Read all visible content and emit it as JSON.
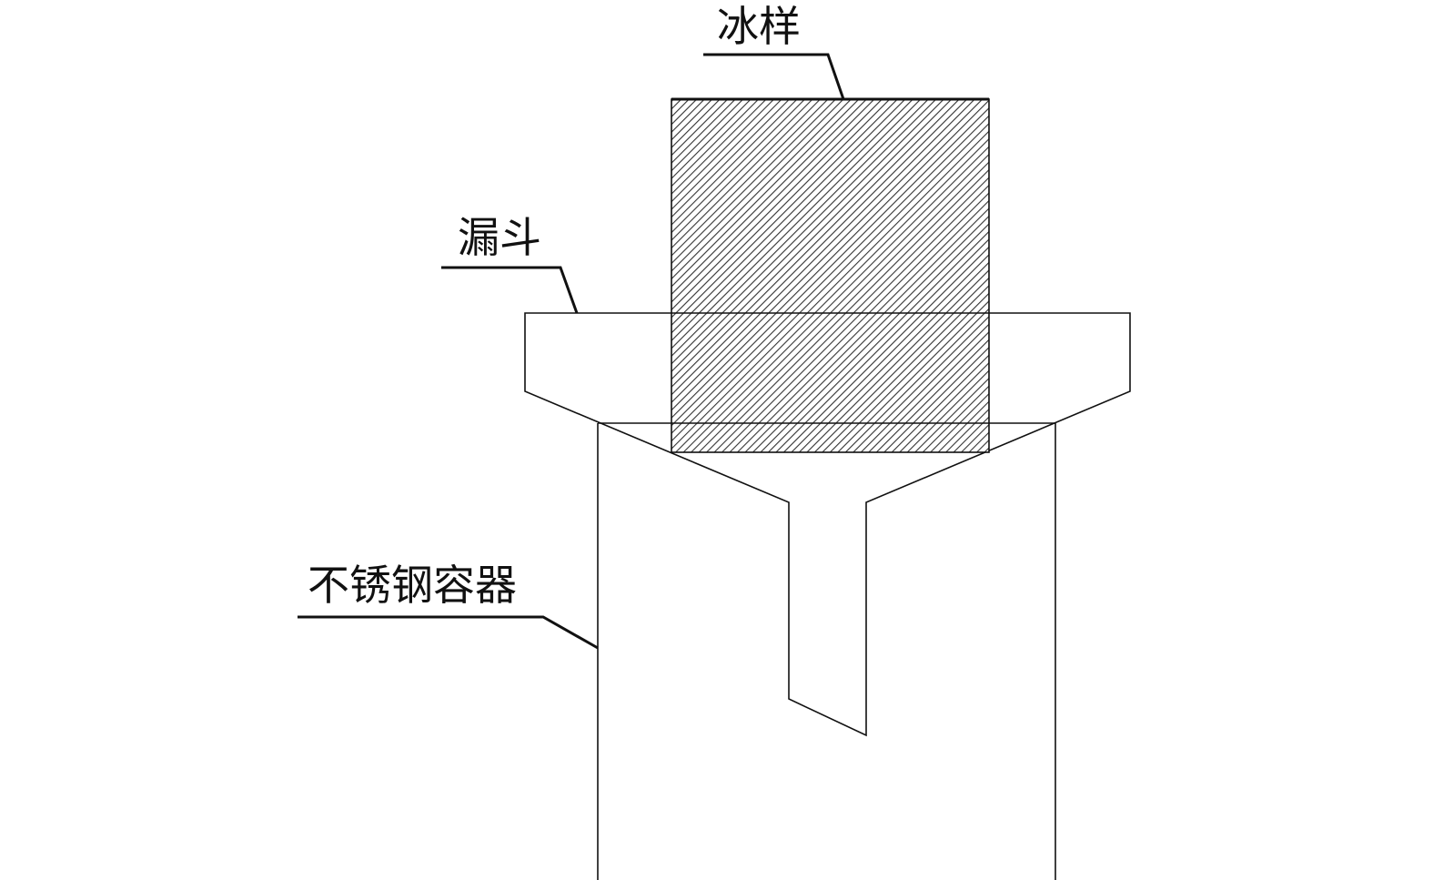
{
  "labels": {
    "ice_sample": "冰样",
    "funnel": "漏斗",
    "container": "不锈钢容器"
  },
  "colors": {
    "line": "#111111",
    "hatch": "#333333",
    "background": "#ffffff"
  }
}
